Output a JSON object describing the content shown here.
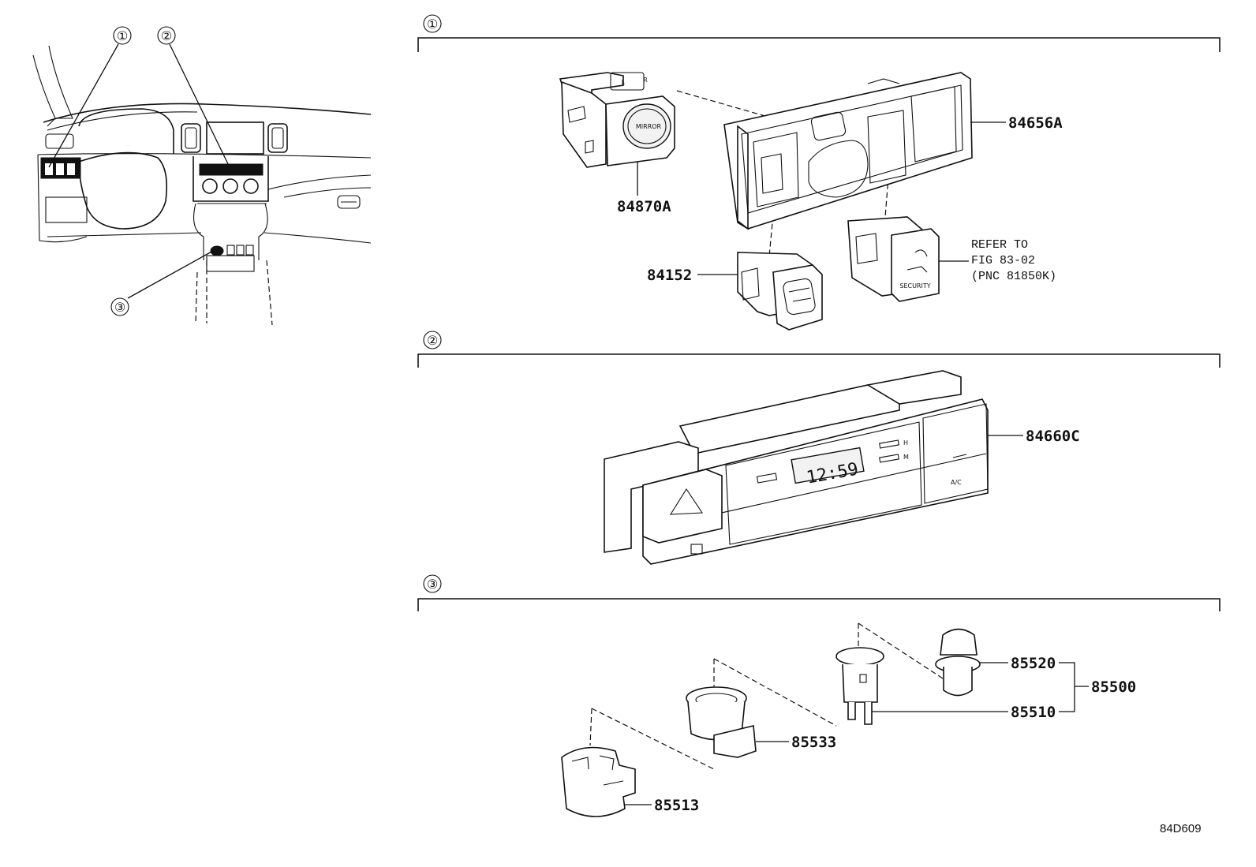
{
  "overview": {
    "callouts": [
      "①",
      "②",
      "③"
    ]
  },
  "section1": {
    "marker": "①",
    "parts": {
      "mirror_switch": "84870A",
      "bezel": "84656A",
      "switch_small": "84152"
    },
    "reference_note": [
      "REFER TO",
      "FIG 83-02",
      "(PNC 81850K)"
    ],
    "mirror_switch_labels": {
      "mirror": "MIRROR",
      "left": "L",
      "right": "R"
    },
    "security_label": "SECURITY"
  },
  "section2": {
    "marker": "②",
    "parts": {
      "climate_panel": "84660C"
    },
    "clock_display": "12:59",
    "button_labels": {
      "ac": "A/C",
      "h": "H",
      "m": "M"
    }
  },
  "section3": {
    "marker": "③",
    "parts": {
      "cap": "85520",
      "assy": "85500",
      "socket": "85510",
      "holder": "85533",
      "ring": "85513"
    }
  },
  "figure_code": "84D609"
}
